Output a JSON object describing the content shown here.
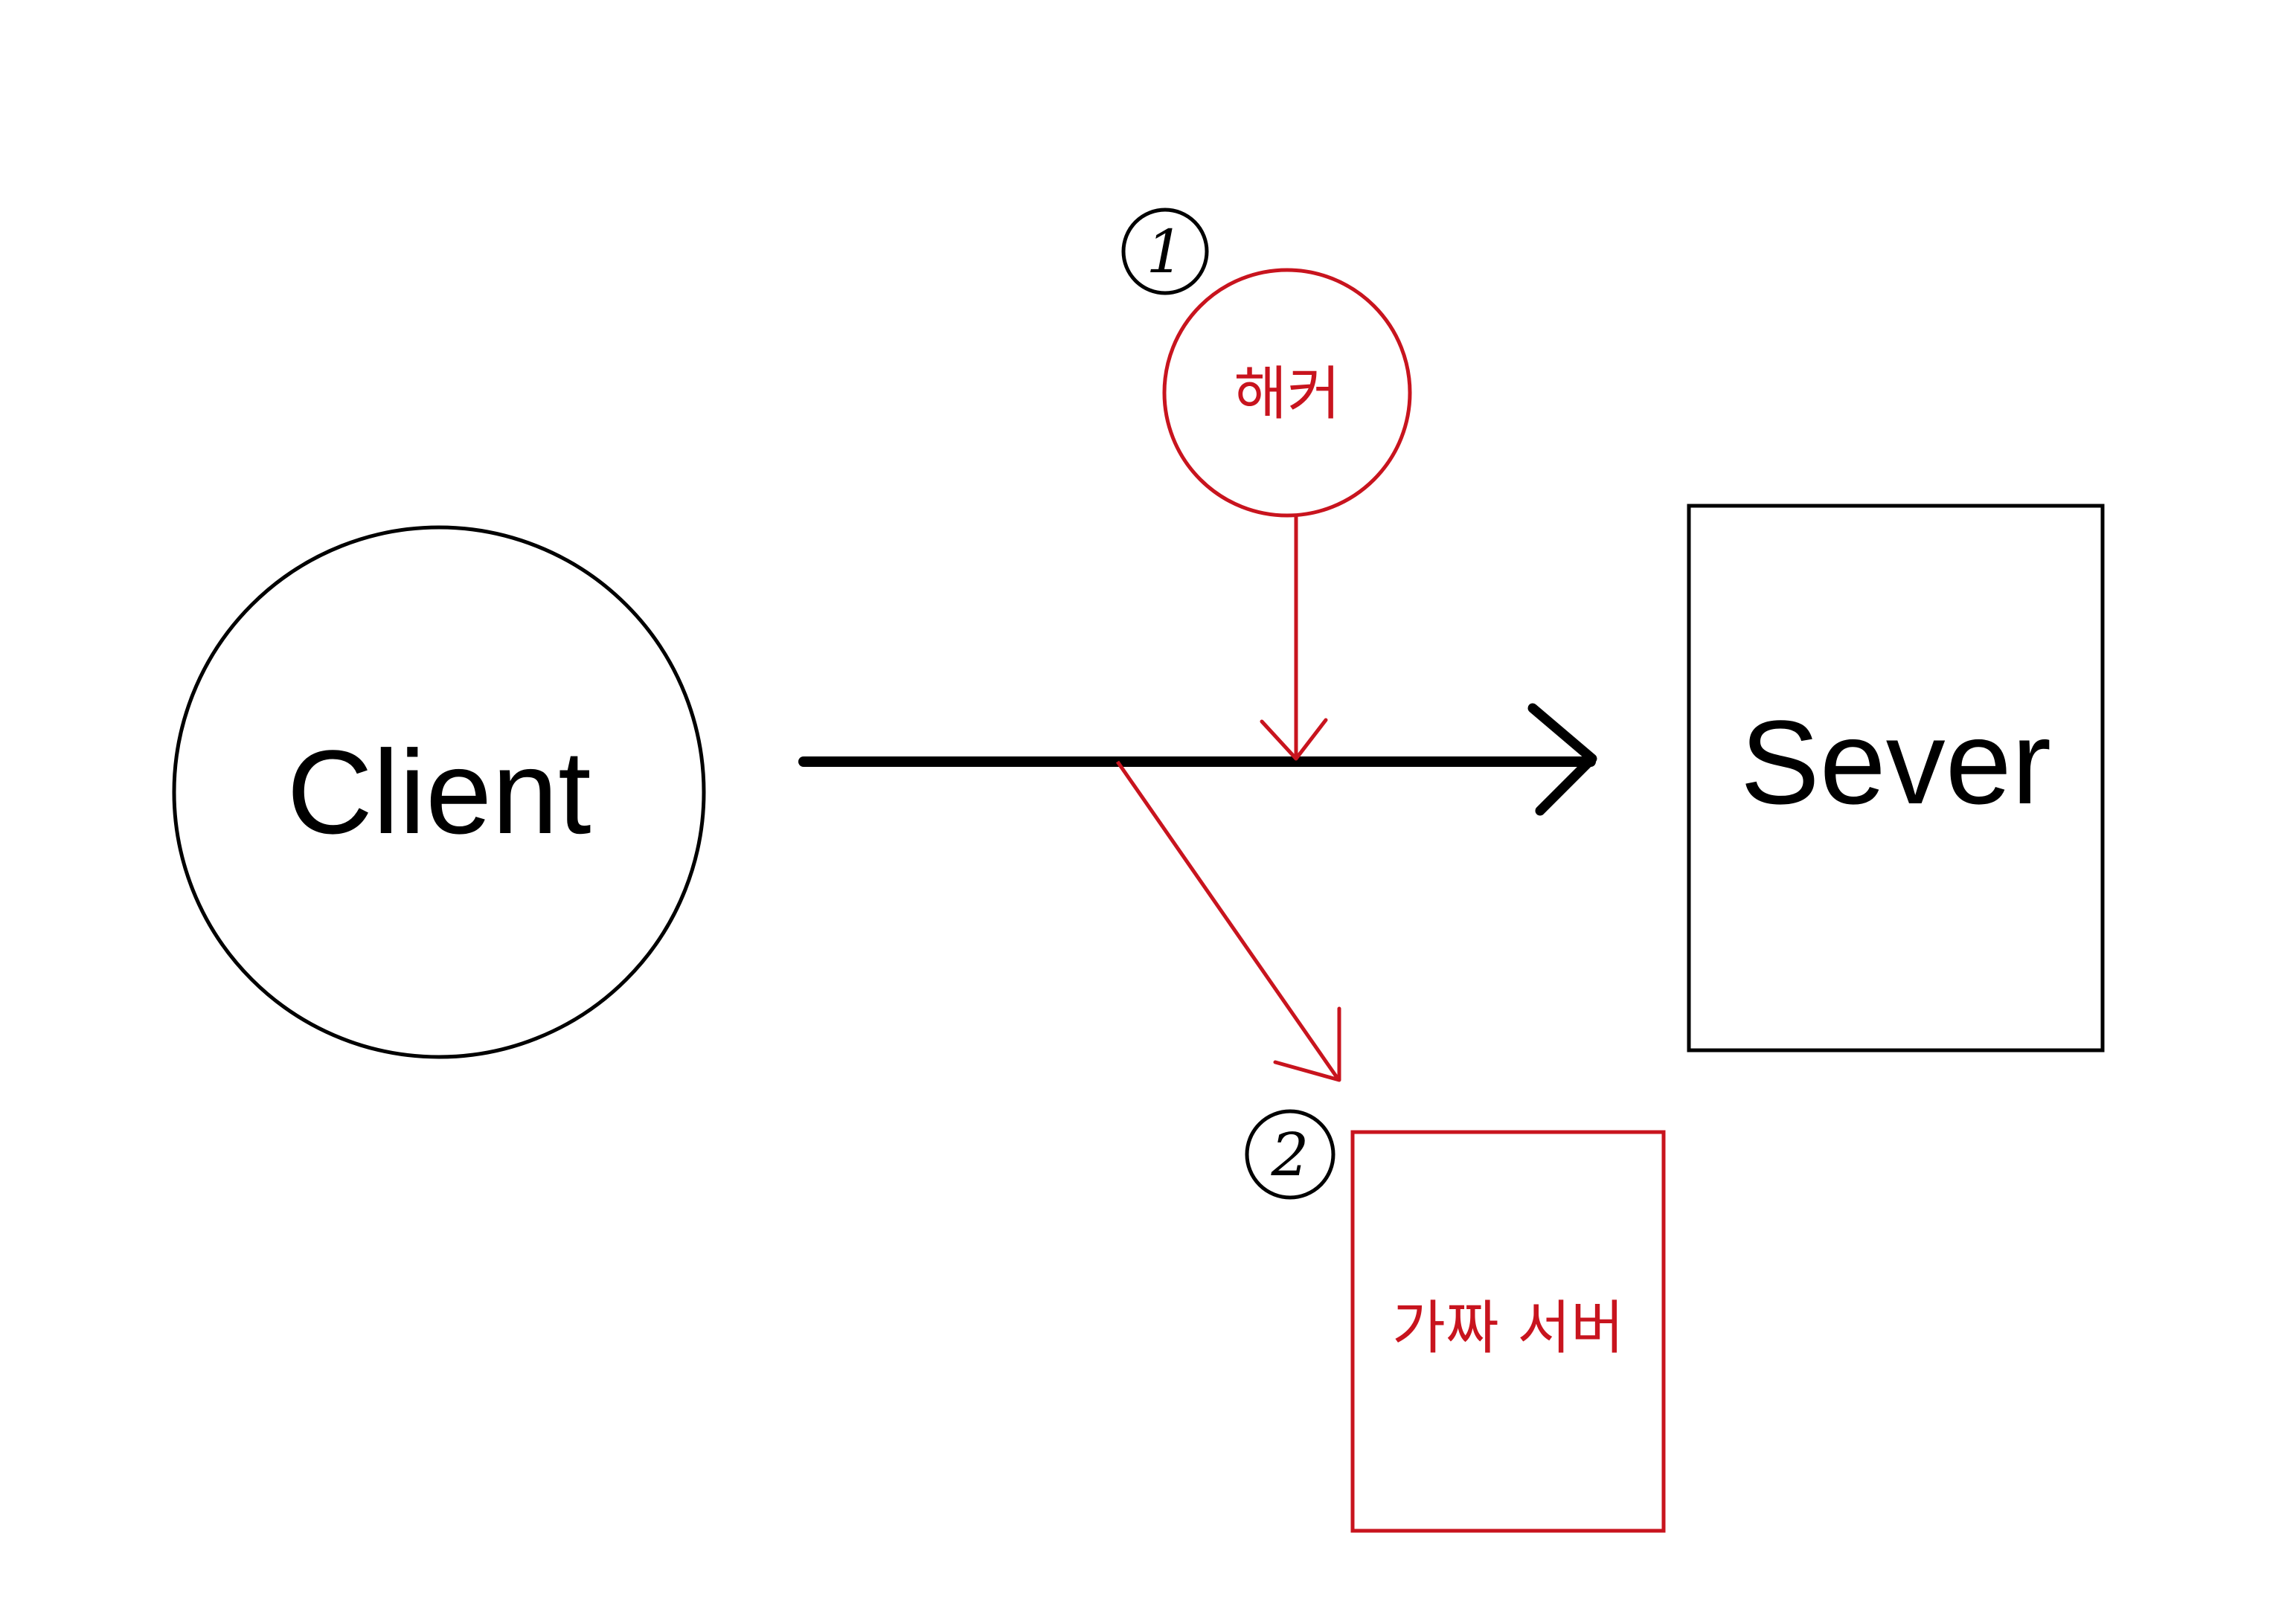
{
  "nodes": {
    "client": {
      "label": "Client"
    },
    "server": {
      "label": "Sever"
    },
    "hacker": {
      "label": "해커"
    },
    "fake_server": {
      "label": "가짜 서버"
    }
  },
  "steps": {
    "step1": {
      "label": "1"
    },
    "step2": {
      "label": "2"
    }
  },
  "colors": {
    "normal": "#000000",
    "attack": "#c8141e",
    "background": "#ffffff"
  }
}
